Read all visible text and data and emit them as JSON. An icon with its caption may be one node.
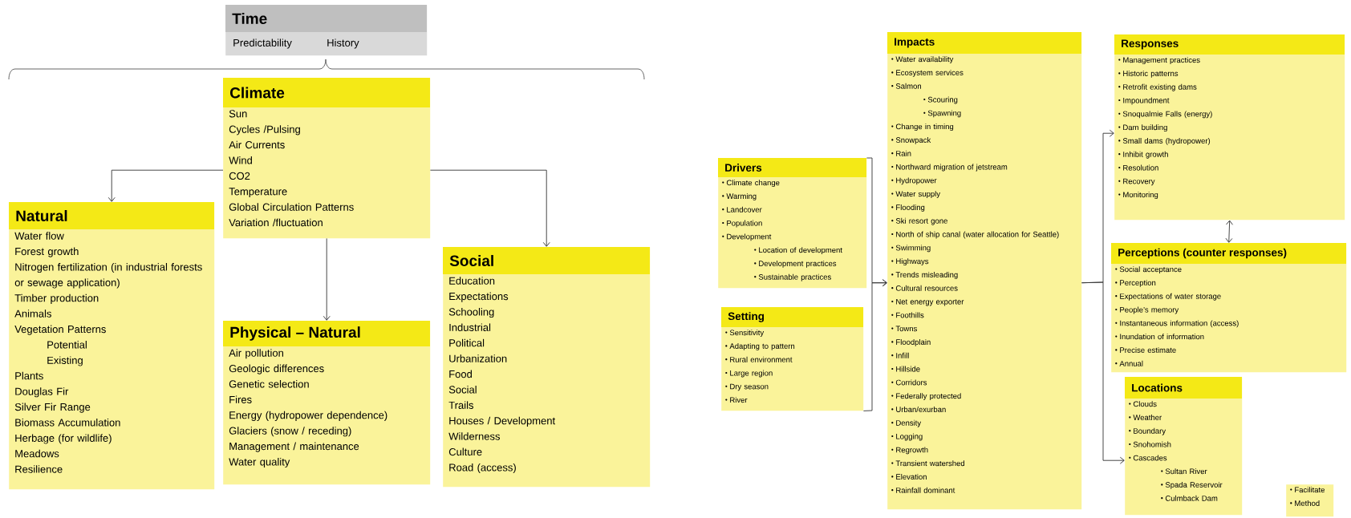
{
  "diagram": {
    "nodes": [
      {
        "text": [
          "Time",
          "Predictability",
          "History"
        ]
      },
      {
        "text": [
          "Climate",
          "Sun",
          "Cycles /Pulsing",
          "Air Currents",
          "Wind",
          "CO2",
          "Temperature",
          "Global Circulation Patterns",
          "Variation /fluctuation"
        ]
      },
      {
        "text": [
          "Natural",
          "Water flow",
          "Forest growth",
          "Nitrogen fertilization (in industrial forests or sewage application)",
          "Timber production",
          "Animals",
          "Vegetation Patterns",
          "Potential",
          "Existing",
          "Plants",
          "Douglas Fir",
          "Silver Fir Range",
          "Biomass Accumulation",
          "Herbage (for wildlife)",
          "Meadows",
          "Resilience"
        ]
      },
      {
        "text": [
          "Physical – Natural",
          "Air pollution",
          "Geologic differences",
          "Genetic selection",
          "Fires",
          "Energy (hydropower dependence)",
          "Glaciers (snow / receding)",
          "Management / maintenance",
          "Water quality"
        ]
      },
      {
        "text": [
          "Social",
          "Education",
          "Expectations",
          "Schooling",
          "Industrial",
          "Political",
          "Urbanization",
          "Food",
          "Social",
          "Trails",
          "Houses / Development",
          "Wilderness",
          "Culture",
          "Road (access)"
        ]
      },
      {
        "text": [
          "Drivers",
          "Climate change",
          "Warming",
          "Landcover",
          "Population",
          "Development",
          "Location of development",
          "Development practices",
          "Sustainable practices"
        ]
      },
      {
        "text": [
          "Setting",
          "Sensitivity",
          "Adapting to pattern",
          "Rural environment",
          "Large region",
          "Dry season",
          "River"
        ]
      },
      {
        "text": [
          "Impacts",
          "Water availability",
          "Ecosystem services",
          "Salmon",
          "Scouring",
          "Spawning",
          "Change in timing",
          "Snowpack",
          "Rain",
          "Northward migration of jetstream",
          "Hydropower",
          "Water supply",
          "Flooding",
          "Ski resort gone",
          "North of ship canal (water allocation for Seattle)",
          "Swimming",
          "Highways",
          "Trends misleading",
          "Cultural resources",
          "Net energy exporter",
          "Foothills",
          "Towns",
          "Floodplain",
          "Infill",
          "Hillside",
          "Corridors",
          "Federally protected",
          "Urban/exurban",
          "Density",
          "Logging",
          "Regrowth",
          "Transient watershed",
          "Elevation",
          "Rainfall dominant"
        ]
      },
      {
        "text": [
          "Responses",
          "Management practices",
          "Historic patterns",
          "Retrofit existing dams",
          "Impoundment",
          "Snoqualmie Falls (energy)",
          "Dam building",
          "Small dams (hydropower)",
          "Inhibit growth",
          "Resolution",
          "Recovery",
          "Monitoring"
        ]
      },
      {
        "text": [
          "Perceptions (counter responses)",
          "Social acceptance",
          "Perception",
          "Expectations of water storage",
          "People’s memory",
          "Instantaneous information (access)",
          "Inundation of information",
          "Precise estimate",
          "Annual"
        ]
      },
      {
        "text": [
          "Locations",
          "Clouds",
          "Weather",
          "Boundary",
          "Snohomish",
          "Cascades",
          "Sultan River",
          "Spada Reservoir",
          "Culmback Dam"
        ]
      },
      {
        "text": [
          "Facilitate",
          "Method"
        ]
      }
    ],
    "edges": [
      {
        "from": 1,
        "to": 2,
        "arrow": "to"
      },
      {
        "from": 1,
        "to": 3,
        "arrow": "to"
      },
      {
        "from": 1,
        "to": 4,
        "arrow": "to"
      },
      {
        "from": 5,
        "to": 7,
        "arrow": "to"
      },
      {
        "from": 6,
        "to": 7,
        "arrow": "to"
      },
      {
        "from": 7,
        "to": 8,
        "arrow": "to"
      },
      {
        "from": 7,
        "to": 10,
        "arrow": "to"
      },
      {
        "from": 8,
        "to": 9,
        "arrow": "both"
      }
    ]
  }
}
